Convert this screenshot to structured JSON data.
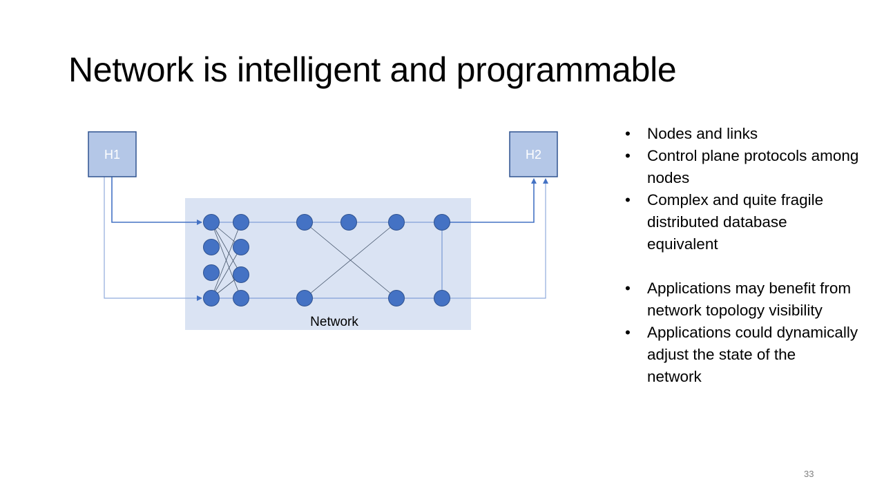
{
  "slide": {
    "title": "Network is intelligent and programmable",
    "page_number": "33"
  },
  "diagram": {
    "colors": {
      "host_fill": "#b4c7e7",
      "host_stroke": "#2f528f",
      "cloud_fill": "#dae3f3",
      "node_fill": "#4472c4",
      "node_stroke": "#2f528f",
      "link": "#8faadc",
      "arrow": "#4472c4"
    },
    "hosts": [
      {
        "id": "H1",
        "label": "H1"
      },
      {
        "id": "H2",
        "label": "H2"
      }
    ],
    "network_label": "Network",
    "nodes": [
      {
        "id": "a1"
      },
      {
        "id": "a2"
      },
      {
        "id": "a3"
      },
      {
        "id": "a4"
      },
      {
        "id": "b1"
      },
      {
        "id": "b2"
      },
      {
        "id": "b3"
      },
      {
        "id": "b4"
      },
      {
        "id": "c1"
      },
      {
        "id": "c2"
      },
      {
        "id": "d1"
      },
      {
        "id": "e1"
      },
      {
        "id": "e2"
      },
      {
        "id": "f1"
      },
      {
        "id": "f2"
      }
    ],
    "links": [
      [
        "a1",
        "b1"
      ],
      [
        "a4",
        "b4"
      ],
      [
        "a1",
        "b2"
      ],
      [
        "a1",
        "b3"
      ],
      [
        "a1",
        "b4"
      ],
      [
        "a4",
        "b1"
      ],
      [
        "a4",
        "b2"
      ],
      [
        "a4",
        "b3"
      ],
      [
        "b1",
        "c1"
      ],
      [
        "c1",
        "d1"
      ],
      [
        "d1",
        "e1"
      ],
      [
        "e1",
        "f1"
      ],
      [
        "b4",
        "c2"
      ],
      [
        "c2",
        "e2"
      ],
      [
        "e2",
        "f2"
      ],
      [
        "c1",
        "e2"
      ],
      [
        "c2",
        "e1"
      ],
      [
        "f1",
        "f2"
      ]
    ],
    "flows": [
      {
        "from": "H1",
        "to": "a1"
      },
      {
        "from": "H1",
        "to": "a4"
      },
      {
        "from": "f1",
        "to": "H2"
      },
      {
        "from": "f2",
        "to": "H2"
      }
    ]
  },
  "bullets": [
    {
      "text": "Nodes and links"
    },
    {
      "text": "Control plane protocols among\nnodes"
    },
    {
      "text": "Complex and quite fragile\ndistributed database\nequivalent"
    },
    {
      "spacer": true
    },
    {
      "text": "Applications may benefit from\nnetwork topology visibility"
    },
    {
      "text": "Applications could dynamically\nadjust the state of the\nnetwork"
    }
  ]
}
